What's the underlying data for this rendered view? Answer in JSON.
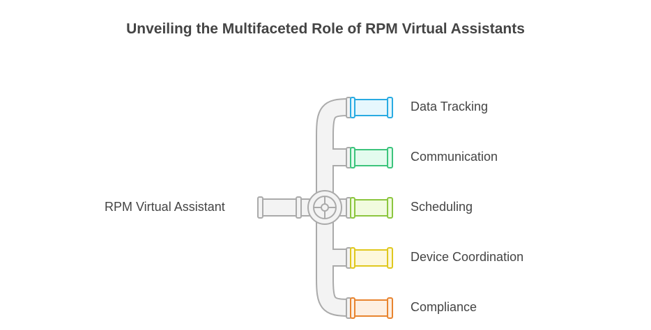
{
  "title": "Unveiling the Multifaceted Role of RPM Virtual Assistants",
  "source": "RPM Virtual Assistant",
  "branches": [
    {
      "label": "Data Tracking",
      "stroke": "#29abe2",
      "fill": "#e6f7fd"
    },
    {
      "label": "Communication",
      "stroke": "#3cc47c",
      "fill": "#e3fbee"
    },
    {
      "label": "Scheduling",
      "stroke": "#8cc63f",
      "fill": "#f1fbdf"
    },
    {
      "label": "Device Coordination",
      "stroke": "#e0c81e",
      "fill": "#fdf8dc"
    },
    {
      "label": "Compliance",
      "stroke": "#e8842f",
      "fill": "#fdefe2"
    }
  ]
}
